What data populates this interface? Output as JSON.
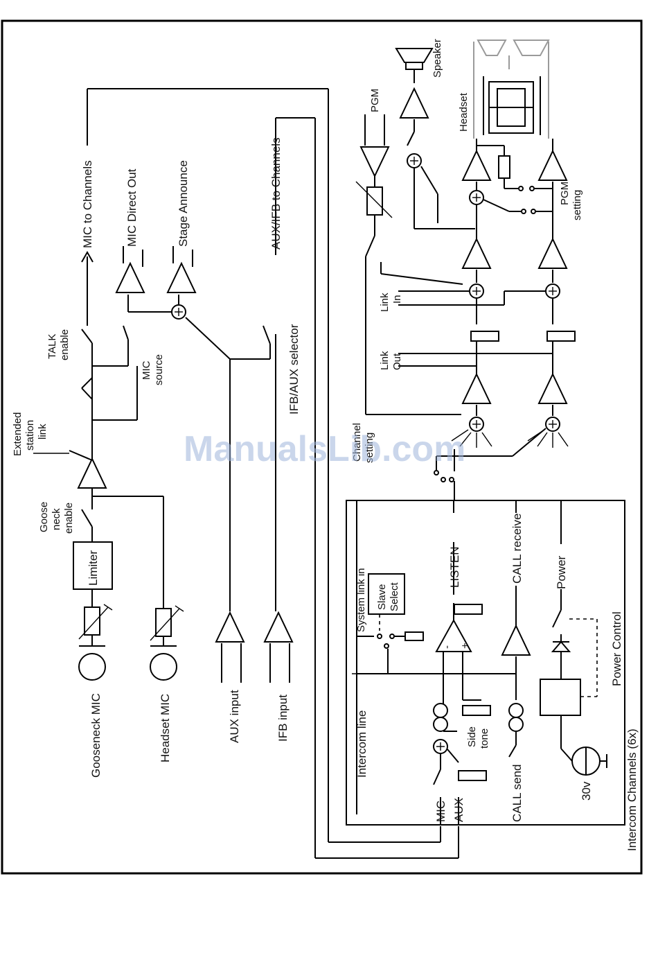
{
  "labels": {
    "gooseneck_mic": "Gooseneck MIC",
    "headset_mic": "Headset MIC",
    "limiter": "Limiter",
    "goose_neck_enable_1": "Goose",
    "goose_neck_enable_2": "neck",
    "goose_neck_enable_3": "enable",
    "extended_link_1": "Extended",
    "extended_link_2": "station",
    "extended_link_3": "link",
    "talk_enable_1": "TALK",
    "talk_enable_2": "enable",
    "mic_source_1": "MIC",
    "mic_source_2": "source",
    "mic_to_channels": "MIC to Channels",
    "mic_direct_out": "MIC Direct Out",
    "stage_announce": "Stage Announce",
    "aux_ifb_to_channels": "AUX/IFB to Channels",
    "ifb_aux_selector": "IFB/AUX selector",
    "aux_input": "AUX input",
    "ifb_input": "IFB input",
    "pgm": "PGM",
    "speaker": "Speaker",
    "headset": "Headset",
    "pgm_setting_1": "PGM",
    "pgm_setting_2": "setting",
    "link_in_1": "Link",
    "link_in_2": "In",
    "link_out_1": "Link",
    "link_out_2": "Out",
    "channel_setting_1": "Channel",
    "channel_setting_2": "setting",
    "system_link_in": "System link in",
    "slave_select_1": "Slave",
    "slave_select_2": "Select",
    "listen": "LISTEN",
    "call_receive": "CALL receive",
    "power": "Power",
    "intercom_line": "Intercom line",
    "side_tone_1": "Side",
    "side_tone_2": "tone",
    "power_control": "Power Control",
    "mic": "MIC",
    "aux": "AUX",
    "call_send": "CALL send",
    "voltage": "30v",
    "intercom_channels": "Intercom Channels (6x)",
    "minus_sign": "-",
    "plus_sign": "+"
  },
  "watermark": "ManualsLib.com",
  "colors": {
    "line": "#000000",
    "watermark": "#9fb6dc",
    "headset_outline": "#9a9a9a"
  }
}
